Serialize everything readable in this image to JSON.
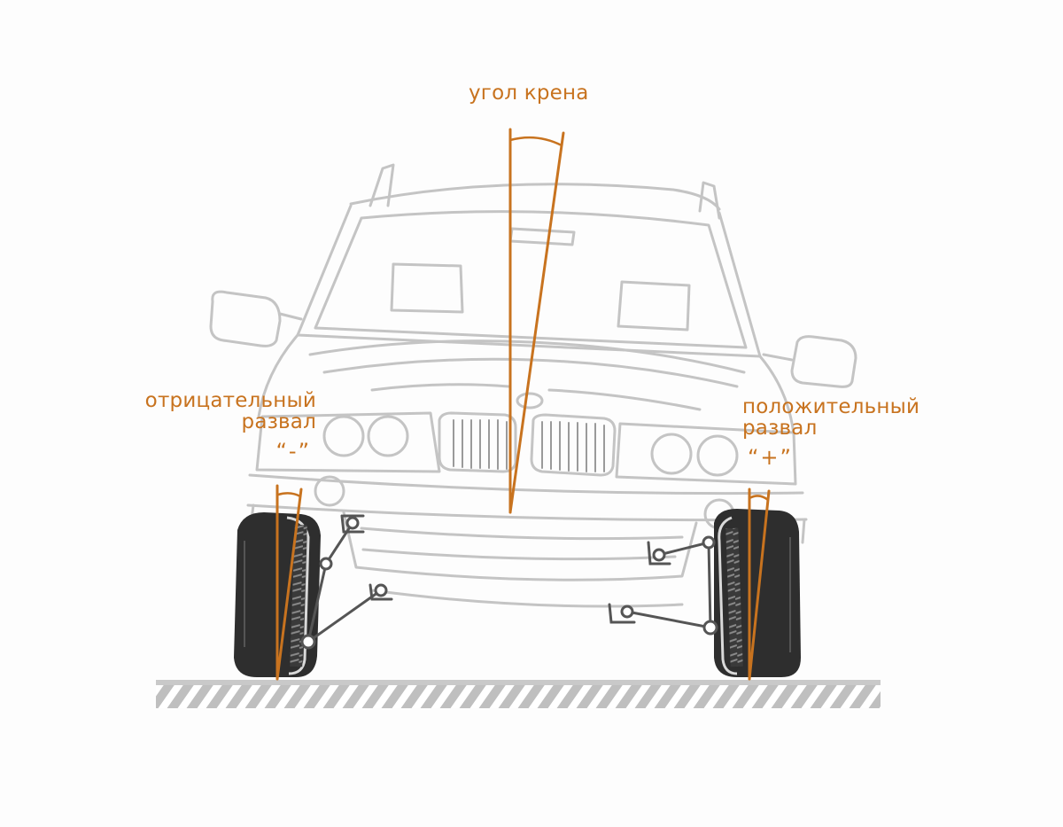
{
  "labels": {
    "roll_angle": "угол крена",
    "negative_camber_line1": "отрицательный",
    "negative_camber_line2": "развал",
    "negative_sign": "“-”",
    "positive_camber_line1": "положительный",
    "positive_camber_line2": "развал",
    "positive_sign": "“+”"
  },
  "colors": {
    "accent": "#c8731f",
    "car_outline": "#c4c4c4",
    "tire": "#2e2e2e",
    "suspension": "#555555",
    "ground": "#bfbfbf"
  }
}
